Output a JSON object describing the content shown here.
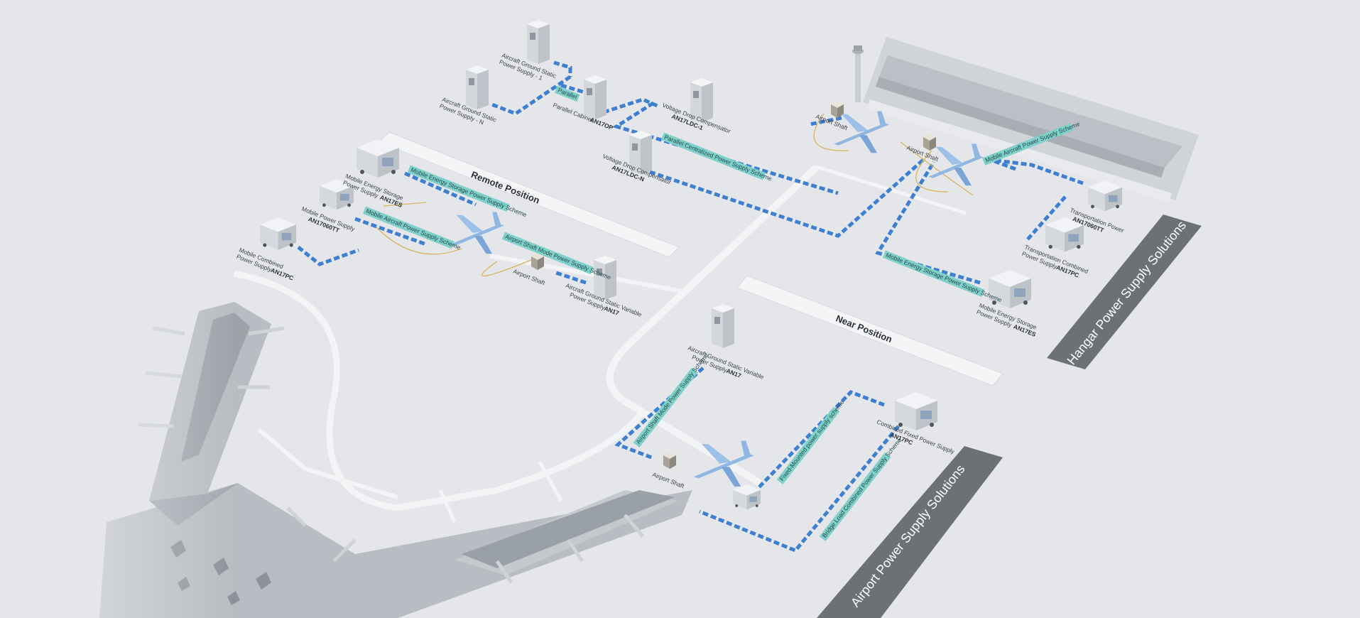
{
  "solutions": {
    "hangar": "Hangar Power Supply Solutions",
    "airport": "Airport Power Supply Solutions"
  },
  "positions": {
    "remote": "Remote Position",
    "near": "Near Position"
  },
  "labels": {
    "static_1_a": "Aircraft Ground Static",
    "static_1_b": "Power Supply - 1",
    "static_n_a": "Aircraft Ground Static",
    "static_n_b": "Power Supply - N",
    "parallel_tag": "Parallel",
    "parallel_cab_a": "Parallel Cabinet",
    "parallel_cab_b": "AN17OP",
    "vdc1_a": "Voltage Drop Compensator",
    "vdc1_b": "AN17LDC-1",
    "vdcn_a": "Voltage Drop Compensator",
    "vdcn_b": "AN17LDC-N",
    "centralized": "Parallel Centralized Power Supply Scheme",
    "airport_shaft_1": "Airport Shaft",
    "airport_shaft_2": "Airport Shaft",
    "airport_shaft_3": "Airport Shaft",
    "airport_shaft_4": "Airport Shaft",
    "mes_left_a": "Mobile Energy Storage",
    "mes_left_b": "Power Supply",
    "mes_left_c": "AN17ES",
    "mes_scheme": "Mobile Energy Storage Power Supply Scheme",
    "mps_a": "Mobile Power Supply",
    "mps_b": "AN17060TT",
    "mac_scheme": "Mobile Aircraft Power Supply Scheme",
    "mcps_a": "Mobile Combined",
    "mcps_b": "Power Supply",
    "mcps_c": "AN17PC",
    "shaft_mode_scheme": "Airport Shaft Mode Power Supply Scheme",
    "agsv_remote_a": "Aircraft Ground Static Variable",
    "agsv_remote_b": "Power Supply",
    "agsv_remote_c": "AN17",
    "mac_scheme_hangar": "Mobile Aircraft Power Supply Scheme",
    "tp_a": "Transportation Power",
    "tp_b": "AN17060TT",
    "tcps_a": "Transportation Combined",
    "tcps_b": "Power Supply",
    "tcps_c": "AN17PC",
    "mes_scheme_hangar": "Mobile Energy Storage Power Supply Scheme",
    "mes_right_a": "Mobile Energy Storage",
    "mes_right_b": "Power Supply",
    "mes_right_c": "AN17ES",
    "agsv_near_a": "Aircraft Ground Static Variable",
    "agsv_near_b": "Power Supply",
    "agsv_near_c": "AN17",
    "shaft_mode_scheme_near": "Airport Shaft Mode Power Supply Scheme",
    "combined_fixed_a": "Combined Fixed Power Supply",
    "combined_fixed_b": "AN17PC",
    "fixed_mounted_scheme": "Fixed-Mounted power supply scheme",
    "bridge_load_scheme": "Bridge Load Combined Power Supply Scheme"
  },
  "colors": {
    "background": "#e4e6ea",
    "route": "#3d7fd0",
    "scheme_tag": "#7fd0c8",
    "solution_banner": "#6d7075",
    "aircraft": "#8fb7e2",
    "terminal": "#b9bcc2",
    "cable": "#d8b45a"
  },
  "icons": [
    "static-power-cabinet-icon",
    "mobile-power-unit-icon",
    "aircraft-icon",
    "airport-shaft-icon",
    "control-tower-icon",
    "hangar-building-icon",
    "terminal-building-icon"
  ]
}
